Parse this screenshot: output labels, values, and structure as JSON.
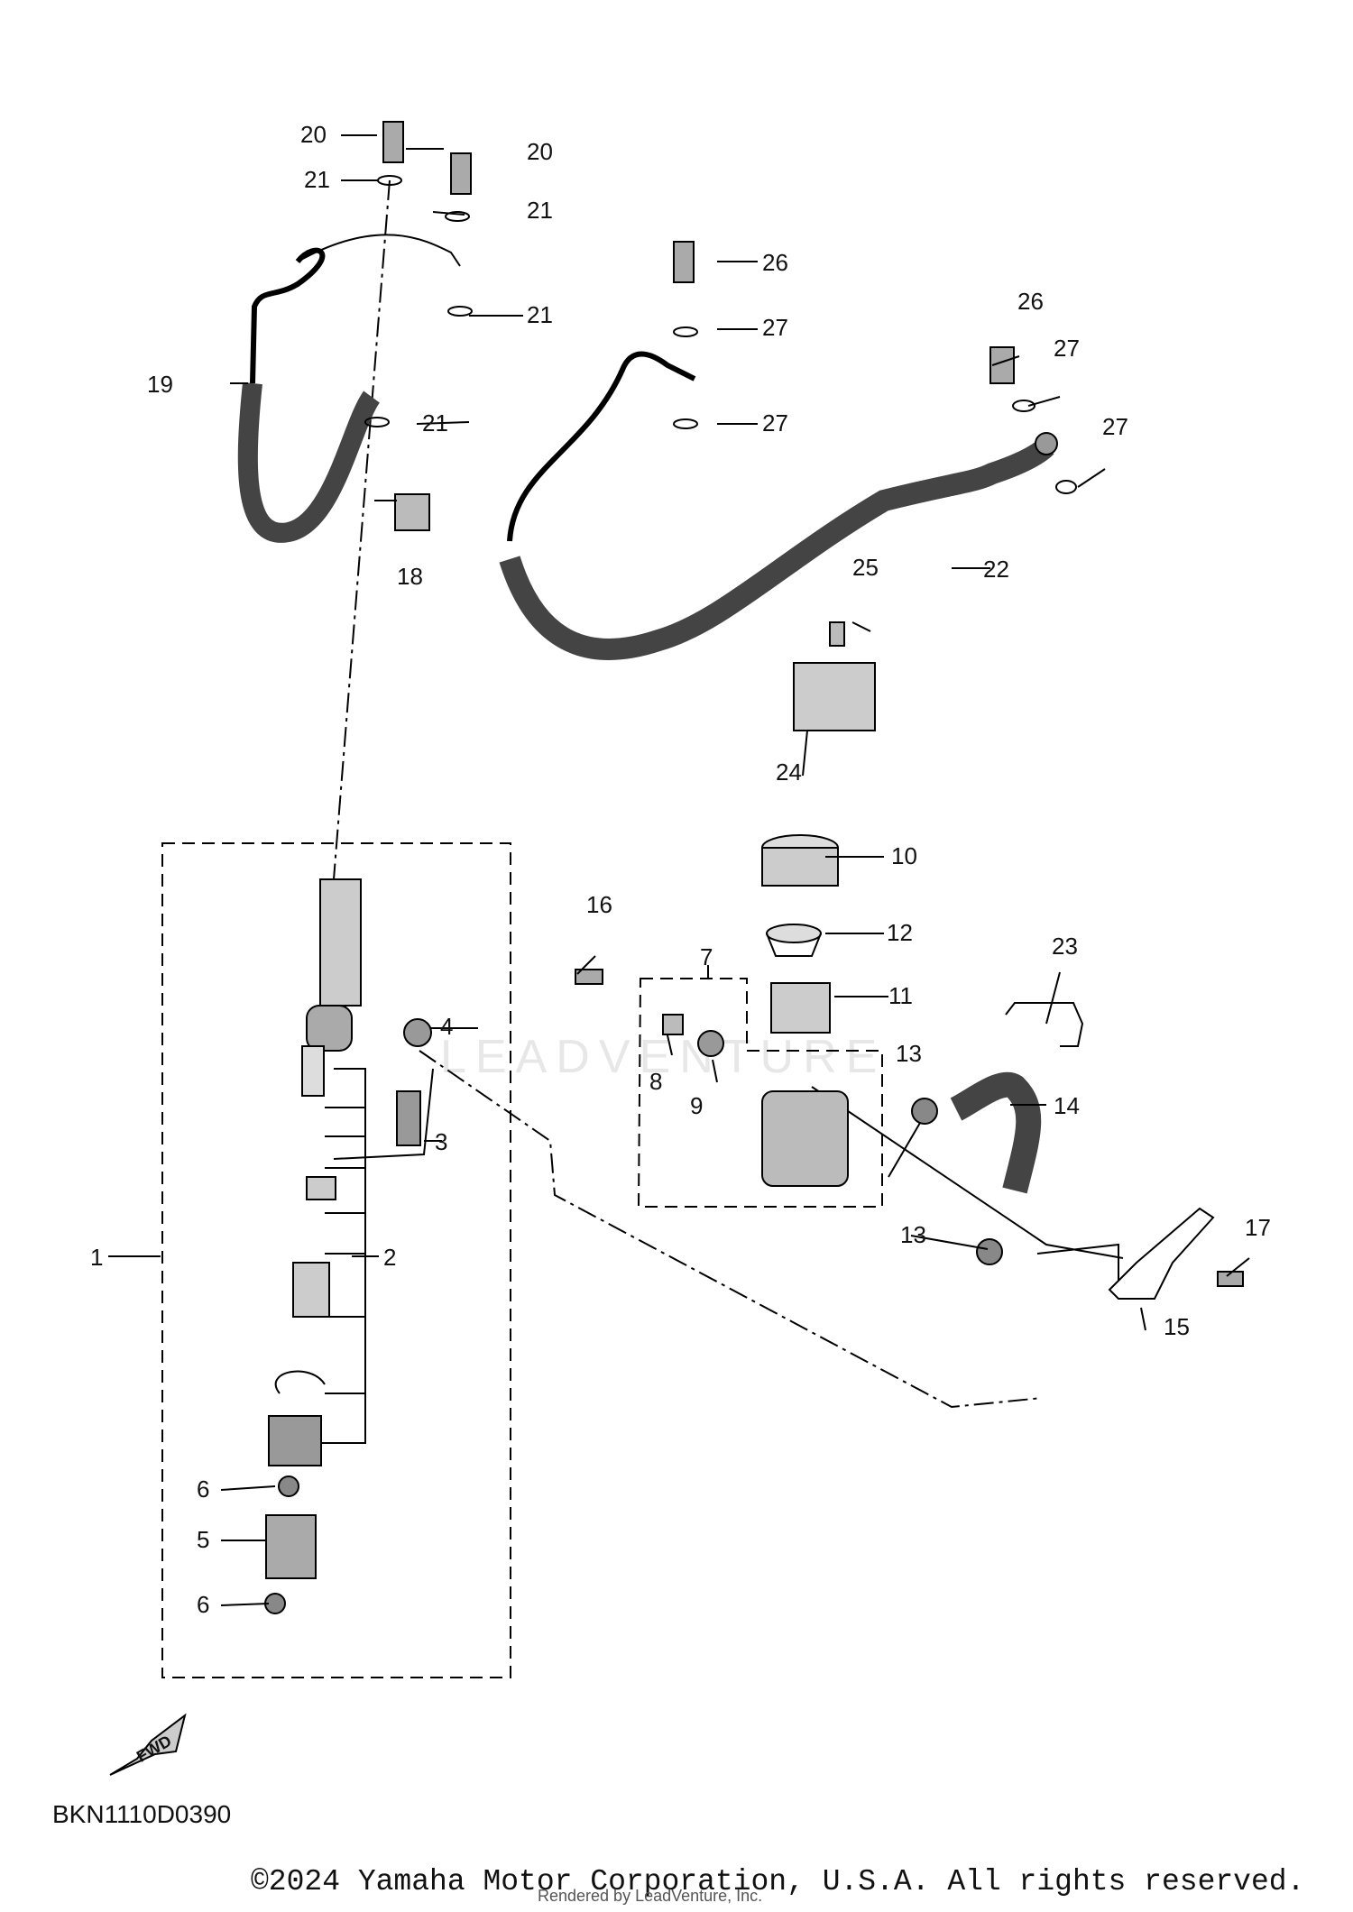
{
  "diagram": {
    "callouts": [
      "1",
      "2",
      "3",
      "4",
      "5",
      "6",
      "6",
      "7",
      "8",
      "9",
      "10",
      "11",
      "12",
      "13",
      "13",
      "14",
      "15",
      "16",
      "17",
      "18",
      "19",
      "20",
      "20",
      "21",
      "21",
      "21",
      "21",
      "22",
      "23",
      "24",
      "25",
      "26",
      "26",
      "27",
      "27",
      "27",
      "27"
    ],
    "diagram_code": "BKN1110D0390",
    "fwd_label": "FWD",
    "watermark": "LEADVENTURE",
    "copyright": "©2024 Yamaha Motor Corporation, U.S.A. All rights reserved.",
    "rendered_by": "Rendered by LeadVenture, Inc."
  }
}
